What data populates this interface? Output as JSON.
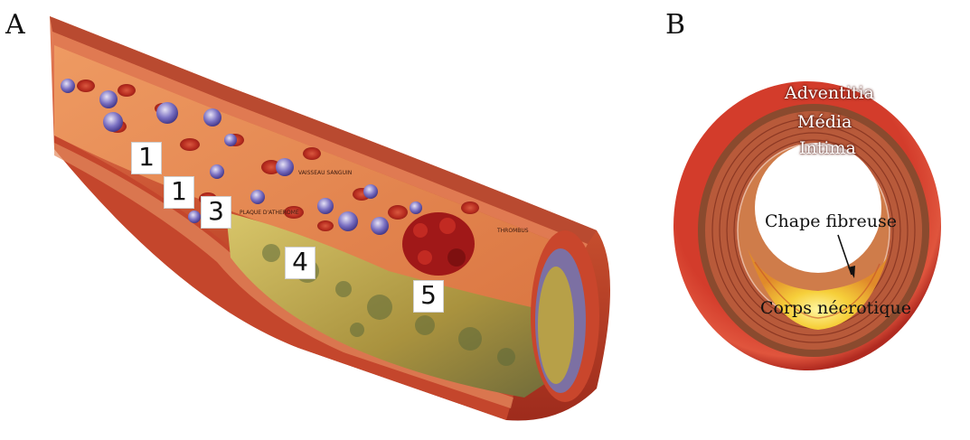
{
  "panels": {
    "a_label": "A",
    "b_label": "B"
  },
  "panel_a": {
    "markers": [
      "1",
      "1",
      "3",
      "4",
      "5"
    ],
    "tiny_labels": [
      "VAISSEAU SANGUIN",
      "PLAQUE D'ATHEROME",
      "THROMBUS"
    ]
  },
  "panel_b": {
    "adventitia": "Adventitia",
    "media": "Média",
    "intima": "Intima",
    "chape": "Chape fibreuse",
    "corps": "Corps nécrotique"
  },
  "colors": {
    "vessel_outer": "#c0392b",
    "vessel_wall": "#d9603a",
    "lumen": "#e8894f",
    "plaque": "#b8a048",
    "thrombus": "#a01818",
    "rbc": "#c8402f",
    "wbc": "#5a4fa8",
    "necrotic_core": "#f2c430"
  }
}
